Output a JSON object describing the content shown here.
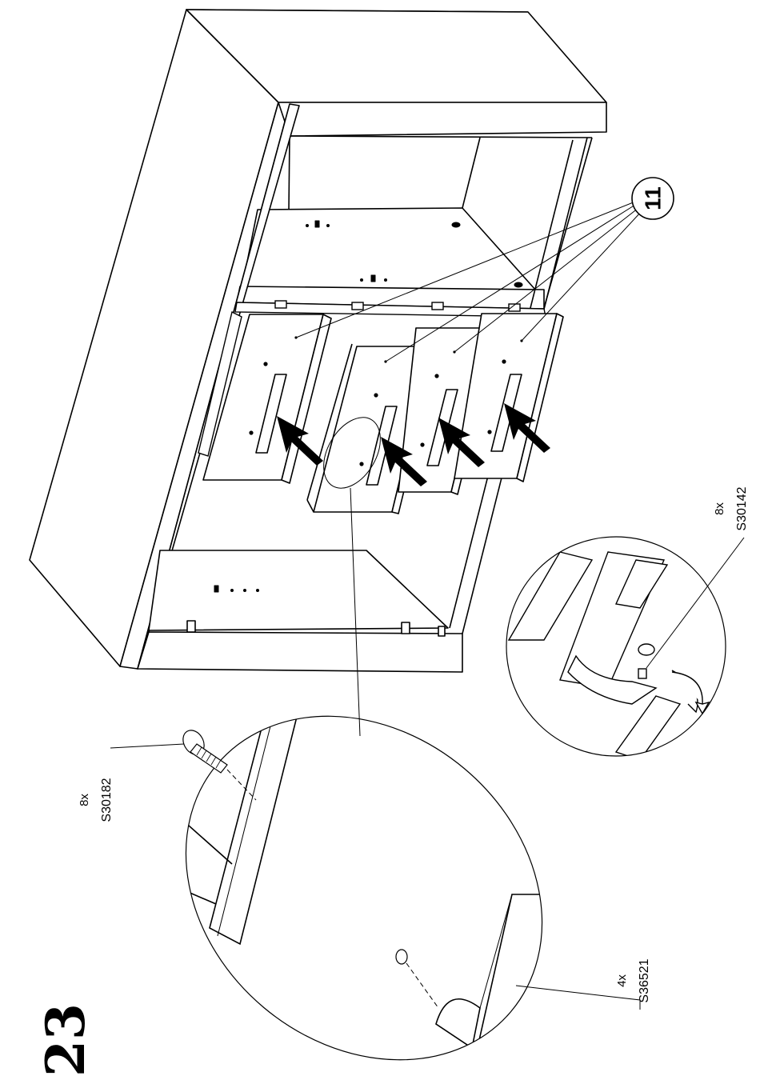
{
  "step": {
    "number": "23"
  },
  "callout": {
    "part_number": "11"
  },
  "parts": [
    {
      "qty": "8x",
      "code": "S30182"
    },
    {
      "qty": "8x",
      "code": "S30142"
    },
    {
      "qty": "4x",
      "code": "S36521"
    }
  ],
  "colors": {
    "ink": "#000000",
    "paper": "#ffffff"
  },
  "icons": [
    "arrow-icon",
    "screw-icon",
    "drawer-handle-icon",
    "rotation-arrow-icon"
  ]
}
